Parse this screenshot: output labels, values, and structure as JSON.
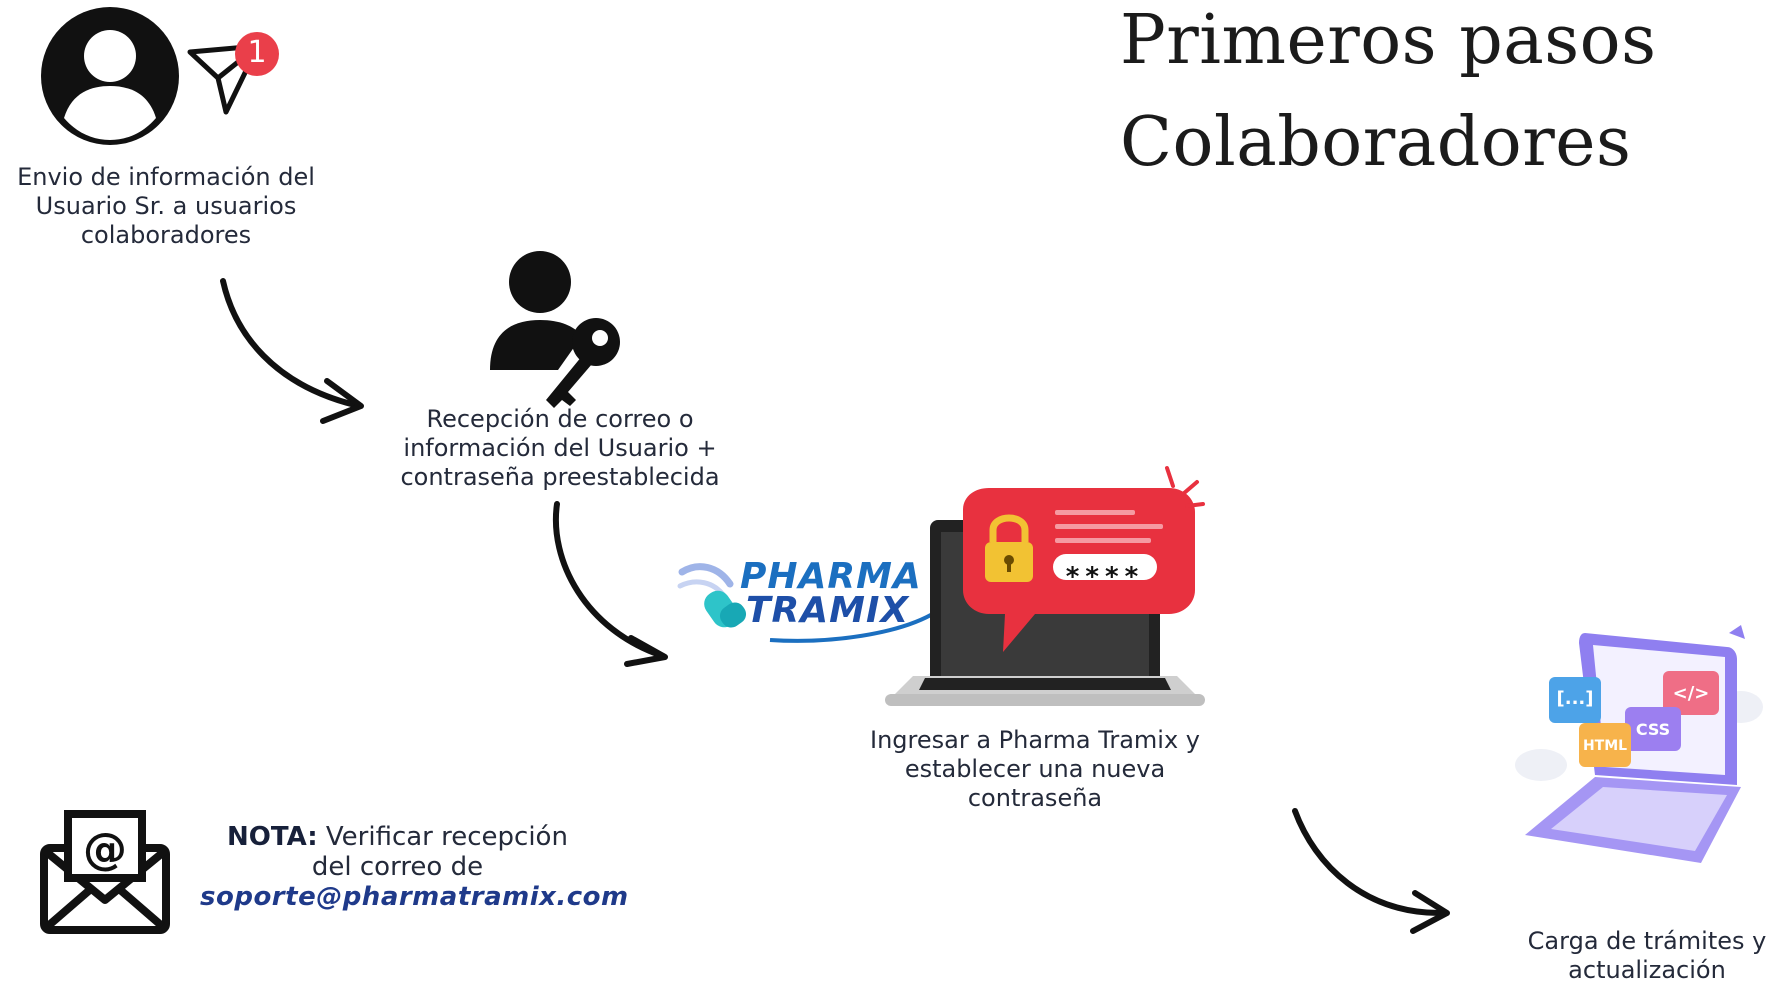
{
  "title": {
    "line1": "Primeros pasos",
    "line2": "Colaboradores"
  },
  "steps": [
    {
      "caption_lines": [
        "Envio de información del",
        "Usuario Sr. a usuarios",
        "colaboradores"
      ],
      "icon": "user-avatar-icon",
      "secondary_icon": "send-notification-icon",
      "badge_count": "1"
    },
    {
      "caption_lines": [
        "Recepción de correo o",
        "información del Usuario +",
        "contraseña preestablecida"
      ],
      "icon": "user-key-icon"
    },
    {
      "caption_lines": [
        "Ingresar a Pharma Tramix y",
        "establecer una nueva",
        "contraseña"
      ],
      "icon": "laptop-password-icon",
      "password_mask": "****"
    },
    {
      "caption_lines": [
        "Carga de trámites y",
        "actualización"
      ],
      "icon": "laptop-code-icon",
      "tags": [
        "[...]",
        "</>",
        "CSS",
        "HTML"
      ]
    }
  ],
  "logo": {
    "line1": "PHARMA",
    "line2": "TRAMIX",
    "icon": "pharma-tramix-logo-icon"
  },
  "note": {
    "label": "NOTA:",
    "text_line1": "Verificar recepción",
    "text_line2": "del correo de",
    "email": "soporte@pharmatramix.com",
    "icon": "email-envelope-icon"
  },
  "colors": {
    "red_alert": "#e8313f",
    "padlock_yellow": "#f2c233",
    "email_blue": "#1f3a8a",
    "laptop_purple": "#9a8cf0",
    "dark": "#111111"
  }
}
